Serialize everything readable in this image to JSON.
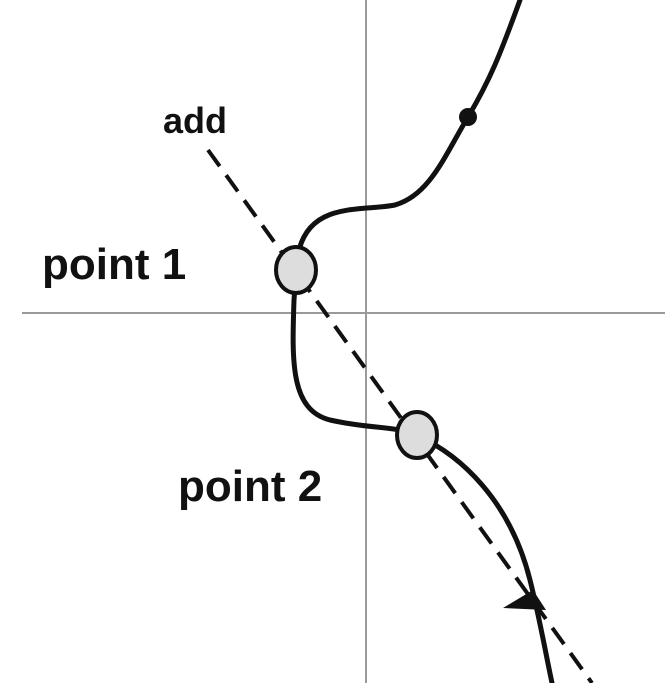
{
  "labels": {
    "add": "add",
    "point1": "point 1",
    "point2": "point 2"
  },
  "colors": {
    "curve": "#111111",
    "axes": "#9a9a9a",
    "point_fill": "#dddddd",
    "background": "#ffffff"
  }
}
